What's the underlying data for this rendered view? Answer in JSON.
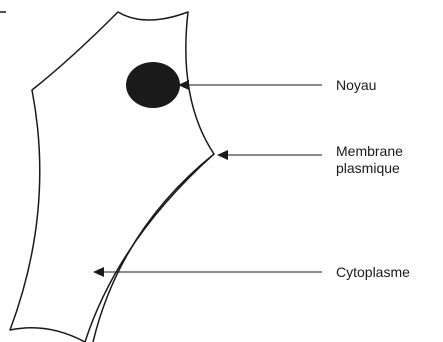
{
  "labels": {
    "noyau": "Noyau",
    "membrane_line1": "Membrane",
    "membrane_line2": "plasmique",
    "cytoplasme": "Cytoplasme"
  },
  "colors": {
    "stroke": "#1a1a1a",
    "nucleus_fill": "#1a1a1a",
    "background": "#ffffff"
  }
}
